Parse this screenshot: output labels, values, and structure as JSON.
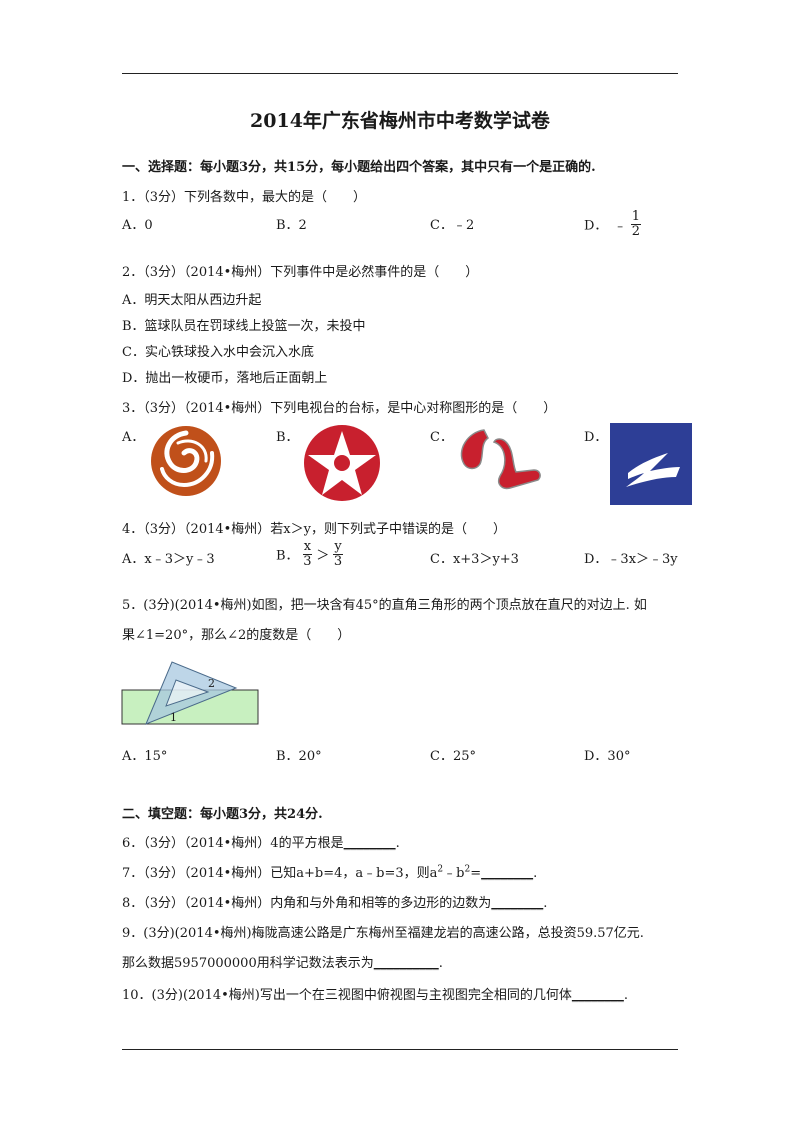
{
  "title": "2014年广东省梅州市中考数学试卷",
  "section1": "一、选择题：每小题3分，共15分，每小题给出四个答案，其中只有一个是正确的.",
  "q1": {
    "stem": "1．（3分）下列各数中，最大的是（　　）",
    "A": "A．0",
    "B": "B．2",
    "C": "C．﹣2",
    "D_label": "D．",
    "D_sign": "﹣",
    "D_num": "1",
    "D_den": "2"
  },
  "q2": {
    "stem": "2．（3分）（2014•梅州）下列事件中是必然事件的是（　　）",
    "A": "A．明天太阳从西边升起",
    "B": "B．篮球队员在罚球线上投篮一次，未投中",
    "C": "C．实心铁球投入水中会沉入水底",
    "D": "D．抛出一枚硬币，落地后正面朝上"
  },
  "q3": {
    "stem": "3．（3分）（2014•梅州）下列电视台的台标，是中心对称图形的是（　　）",
    "A": "A．",
    "B": "B．",
    "C": "C．",
    "D": "D．",
    "colors": {
      "orange": "#c0501a",
      "red": "#c8202e",
      "blue": "#2d3e96"
    }
  },
  "q4": {
    "stem": "4．（3分）（2014•梅州）若x＞y，则下列式子中错误的是（　　）",
    "A": "A．x﹣3＞y﹣3",
    "B_label": "B．",
    "B_n1": "x",
    "B_d1": "3",
    "B_gt": "＞",
    "B_n2": "y",
    "B_d2": "3",
    "C": "C．x+3＞y+3",
    "D": "D．﹣3x＞﹣3y"
  },
  "q5": {
    "stem1": "5．(3分)(2014•梅州)如图，把一块含有45°的直角三角形的两个顶点放在直尺的对边上. 如",
    "stem2": "果∠1=20°，那么∠2的度数是（　　）",
    "fig_label1": "1",
    "fig_label2": "2",
    "A": "A．15°",
    "B": "B．20°",
    "C": "C．25°",
    "D": "D．30°",
    "colors": {
      "ruler": "#c8f0c0",
      "triangle": "#a8c8e0"
    }
  },
  "section2": "二、填空题：每小题3分，共24分.",
  "q6": {
    "text": "6．（3分）（2014•梅州）4的平方根是",
    "blank": "________",
    "end": "."
  },
  "q7": {
    "text": "7．（3分）（2014•梅州）已知a+b=4，a﹣b=3，则a",
    "sup1": "2",
    "mid": "﹣b",
    "sup2": "2",
    "eq": "=",
    "blank": "________",
    "end": "."
  },
  "q8": {
    "text": "8．（3分）（2014•梅州）内角和与外角和相等的多边形的边数为",
    "blank": "________",
    "end": "."
  },
  "q9": {
    "line1": "9．(3分)(2014•梅州)梅陇高速公路是广东梅州至福建龙岩的高速公路，总投资59.57亿元.",
    "line2": "那么数据5957000000用科学记数法表示为",
    "blank": "__________",
    "end": "."
  },
  "q10": {
    "text": "10．(3分)(2014•梅州)写出一个在三视图中俯视图与主视图完全相同的几何体",
    "blank": "________",
    "end": "."
  }
}
